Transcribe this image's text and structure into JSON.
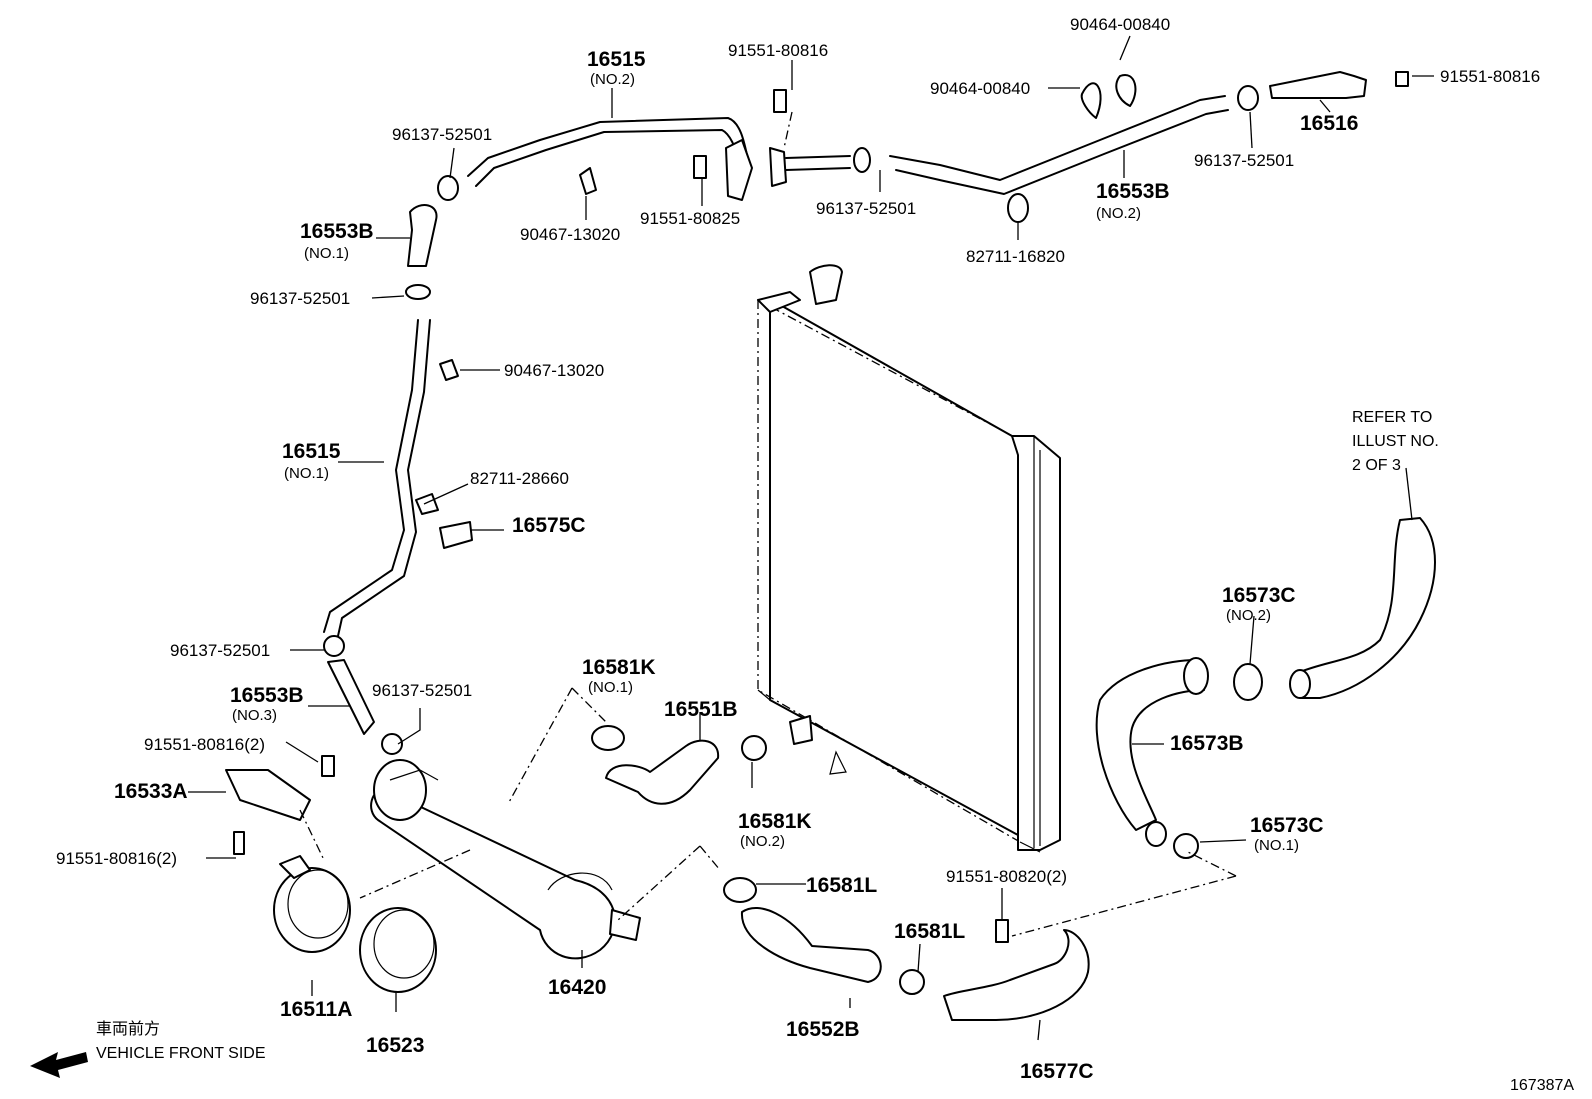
{
  "diagram_id": "167387A",
  "front_side": {
    "jp": "車両前方",
    "en": "VEHICLE FRONT SIDE"
  },
  "refer_note": [
    "REFER TO",
    "ILLUST NO.",
    "2 OF 3"
  ],
  "labels": {
    "p16515_no2": "16515",
    "p16515_no2_sub": "(NO.2)",
    "p91551_80816_top": "91551-80816",
    "p90464_00840_a": "90464-00840",
    "p90464_00840_b": "90464-00840",
    "p91551_80816_right": "91551-80816",
    "p16516": "16516",
    "p96137_52501_a": "96137-52501",
    "p96137_52501_b": "96137-52501",
    "p96137_52501_c": "96137-52501",
    "p96137_52501_d": "96137-52501",
    "p96137_52501_e": "96137-52501",
    "p96137_52501_f": "96137-52501",
    "p16553b_no1": "16553B",
    "p16553b_no1_sub": "(NO.1)",
    "p90467_13020_a": "90467-13020",
    "p91551_80825": "91551-80825",
    "p16553b_no2": "16553B",
    "p16553b_no2_sub": "(NO.2)",
    "p82711_16820": "82711-16820",
    "p90467_13020_b": "90467-13020",
    "p16515_no1": "16515",
    "p16515_no1_sub": "(NO.1)",
    "p82711_28660": "82711-28660",
    "p16575c": "16575C",
    "p16553b_no3": "16553B",
    "p16553b_no3_sub": "(NO.3)",
    "p91551_80816_2a": "91551-80816(2)",
    "p16533a": "16533A",
    "p91551_80816_2b": "91551-80816(2)",
    "p16581k_no1": "16581K",
    "p16581k_no1_sub": "(NO.1)",
    "p16551b": "16551B",
    "p16581k_no2": "16581K",
    "p16581k_no2_sub": "(NO.2)",
    "p16581l_a": "16581L",
    "p16581l_b": "16581L",
    "p16552b": "16552B",
    "p16420": "16420",
    "p16511a": "16511A",
    "p16523": "16523",
    "p16573c_no2": "16573C",
    "p16573c_no2_sub": "(NO.2)",
    "p16573b": "16573B",
    "p16573c_no1": "16573C",
    "p16573c_no1_sub": "(NO.1)",
    "p91551_80820_2": "91551-80820(2)",
    "p16577c": "16577C"
  }
}
